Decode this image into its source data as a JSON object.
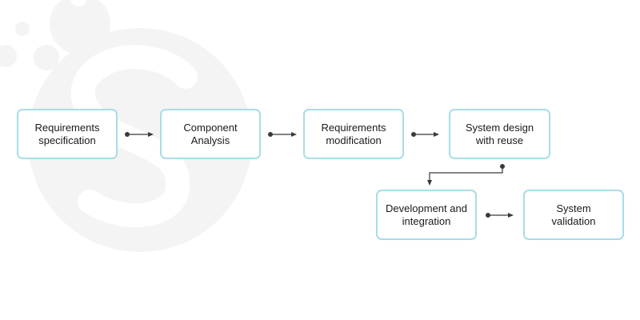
{
  "diagram": {
    "nodes": [
      {
        "id": "requirements-specification",
        "label": "Requirements\nspecification"
      },
      {
        "id": "component-analysis",
        "label": "Component\nAnalysis"
      },
      {
        "id": "requirements-modification",
        "label": "Requirements\nmodification"
      },
      {
        "id": "system-design-with-reuse",
        "label": "System design\nwith reuse"
      },
      {
        "id": "development-and-integration",
        "label": "Development and\nintegration"
      },
      {
        "id": "system-validation",
        "label": "System\nvalidation"
      }
    ],
    "edges": [
      {
        "from": "requirements-specification",
        "to": "component-analysis"
      },
      {
        "from": "component-analysis",
        "to": "requirements-modification"
      },
      {
        "from": "requirements-modification",
        "to": "system-design-with-reuse"
      },
      {
        "from": "system-design-with-reuse",
        "to": "development-and-integration"
      },
      {
        "from": "development-and-integration",
        "to": "system-validation"
      }
    ]
  },
  "colors": {
    "box_border": "#a8dde6",
    "arrow": "#3a3a3a",
    "watermark": "#f4f4f4"
  },
  "icons": {
    "background_logo": "s-logo-watermark"
  }
}
